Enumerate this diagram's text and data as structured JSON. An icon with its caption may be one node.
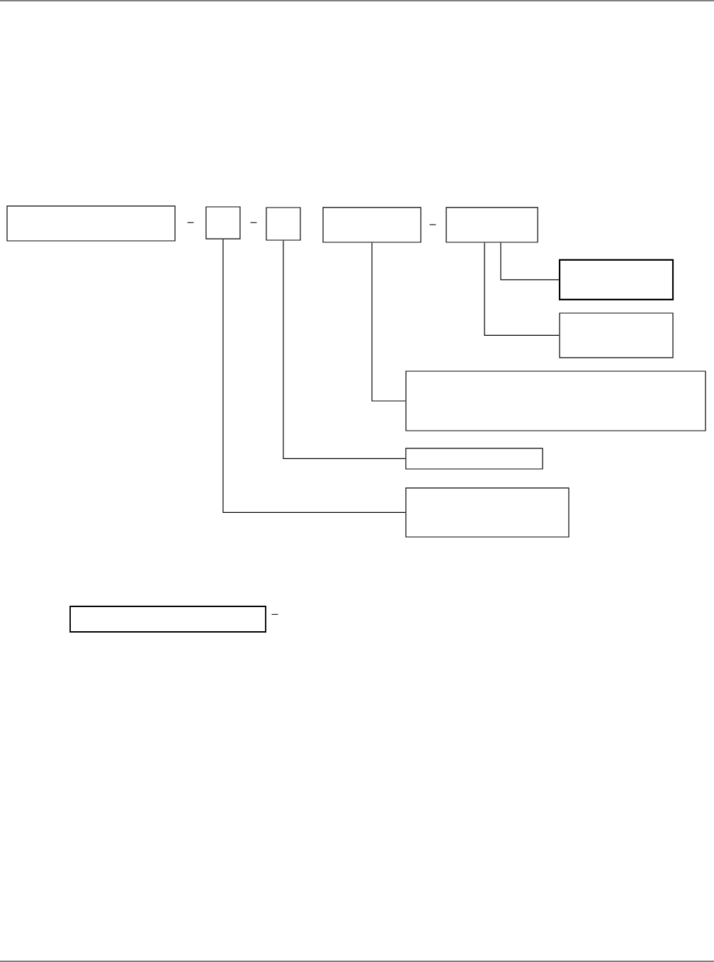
{
  "diagram": {
    "nodes": [
      {
        "text": [],
        "shape": "box"
      },
      {
        "text": [],
        "shape": "box"
      },
      {
        "text": [],
        "shape": "box"
      },
      {
        "text": [],
        "shape": "box"
      },
      {
        "text": [],
        "shape": "box"
      },
      {
        "text": [],
        "shape": "box"
      },
      {
        "text": [],
        "shape": "box"
      },
      {
        "text": [],
        "shape": "box"
      },
      {
        "text": [],
        "shape": "box"
      },
      {
        "text": [],
        "shape": "box"
      },
      {
        "text": [],
        "shape": "box"
      }
    ],
    "edges": [
      {
        "from": 4,
        "to": 5,
        "arrow": "none"
      },
      {
        "from": 4,
        "to": 6,
        "arrow": "none"
      },
      {
        "from": 3,
        "to": 7,
        "arrow": "none"
      },
      {
        "from": 2,
        "to": 8,
        "arrow": "none"
      },
      {
        "from": 1,
        "to": 9,
        "arrow": "none"
      }
    ],
    "labels": [
      "–",
      "–",
      "–",
      "–"
    ]
  }
}
